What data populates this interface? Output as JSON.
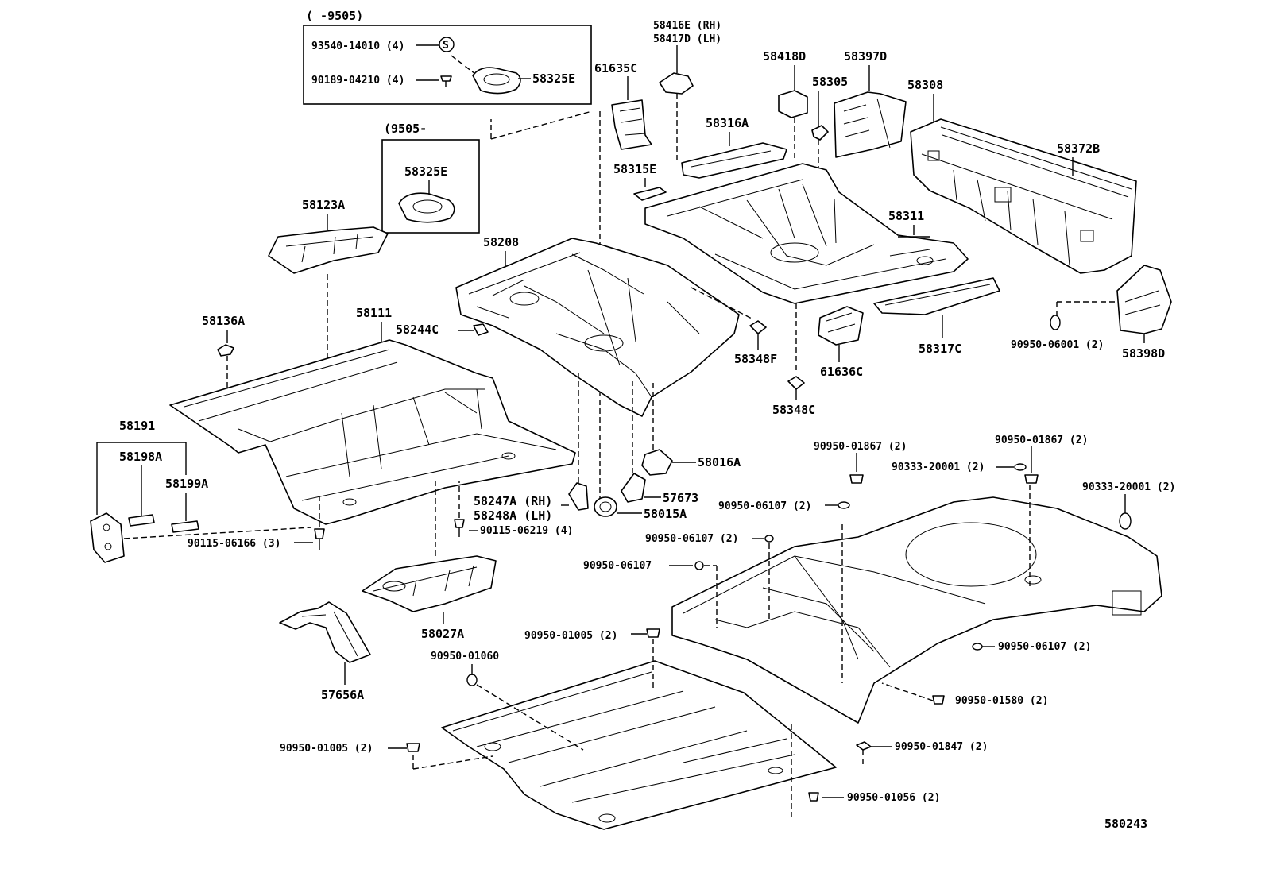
{
  "diagram_code": "580243",
  "boxes": {
    "upper_range": "(          -9505)",
    "lower_range": "(9505-"
  },
  "labels": {
    "p93540_14010": "93540-14010 (4)",
    "s_mark": "S",
    "p90189_04210": "90189-04210 (4)",
    "p58325E_a": "58325E",
    "p58325E_b": "58325E",
    "p58416E": "58416E (RH)",
    "p58417D": "58417D (LH)",
    "p61635C": "61635C",
    "p58418D": "58418D",
    "p58397D": "58397D",
    "p58305": "58305",
    "p58308": "58308",
    "p58316A": "58316A",
    "p58315E": "58315E",
    "p58372B": "58372B",
    "p58123A": "58123A",
    "p58208": "58208",
    "p58311": "58311",
    "p58136A": "58136A",
    "p58111": "58111",
    "p58244C": "58244C",
    "p58348F": "58348F",
    "p61636C": "61636C",
    "p58317C": "58317C",
    "p90950_06001": "90950-06001 (2)",
    "p58398D": "58398D",
    "p58348C": "58348C",
    "p58191": "58191",
    "p58198A": "58198A",
    "p58199A": "58199A",
    "p90950_01867_a": "90950-01867 (2)",
    "p90950_01867_b": "90950-01867 (2)",
    "p90333_20001_a": "90333-20001 (2)",
    "p90333_20001_b": "90333-20001 (2)",
    "p58016A": "58016A",
    "p57673": "57673",
    "p58247A": "58247A (RH)",
    "p58248A": "58248A (LH)",
    "p58015A": "58015A",
    "p90950_06107_a": "90950-06107 (2)",
    "p90115_06219": "90115-06219 (4)",
    "p90115_06166": "90115-06166 (3)",
    "p90950_06107_b": "90950-06107 (2)",
    "p90950_06107_c": "90950-06107",
    "p58027A": "58027A",
    "p90950_01005_a": "90950-01005 (2)",
    "p90950_06107_d": "90950-06107 (2)",
    "p90950_01060": "90950-01060",
    "p57656A": "57656A",
    "p90950_01580": "90950-01580 (2)",
    "p90950_01005_b": "90950-01005 (2)",
    "p90950_01847": "90950-01847 (2)",
    "p90950_01056": "90950-01056 (2)"
  }
}
